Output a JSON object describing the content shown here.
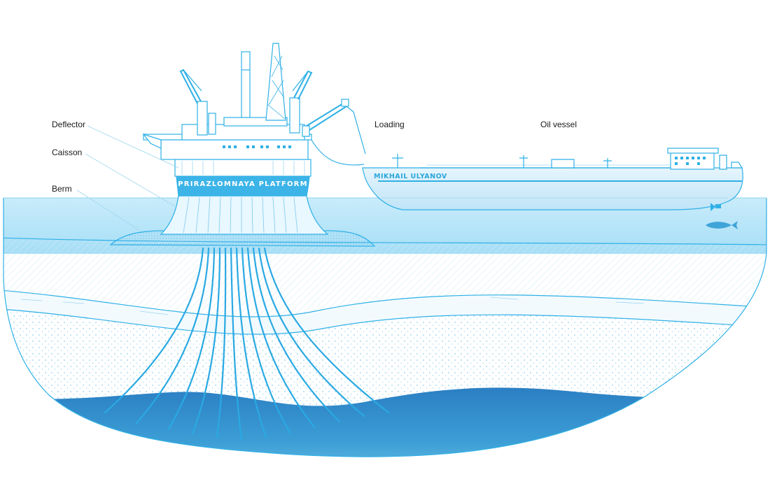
{
  "labels": {
    "deflector": "Deflector",
    "caisson": "Caisson",
    "berm": "Berm",
    "loading": "Loading",
    "oil_vessel": "Oil vessel"
  },
  "platform_name": "PRIRAZLOMNAYA PLATFORM",
  "vessel_name": "MIKHAIL ULYANOV",
  "colors": {
    "line": "#2fb0e6",
    "sea_top": "#cdeefb",
    "sea_bottom": "#8fd4f2",
    "oil_dark": "#2283c4",
    "oil_light": "#6cc0e6",
    "dots": "#8fd0ee",
    "caisson_band": "#3cb4e8"
  }
}
